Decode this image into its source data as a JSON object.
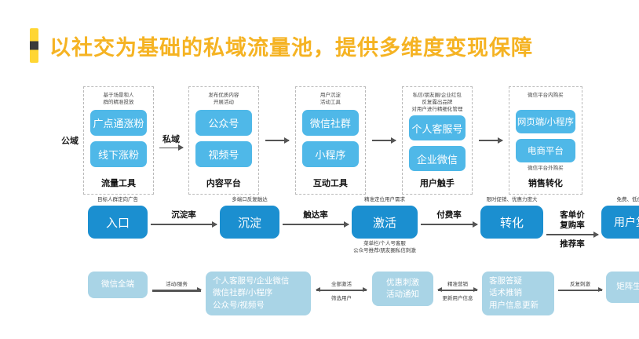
{
  "title": "以社交为基础的私域流量池，提供多维度变现保障",
  "side_labels": {
    "public": "公域",
    "private": "私域"
  },
  "stages": [
    {
      "caption_top": "基于场景和人\n群的精准投放",
      "chips": [
        "广点通涨粉",
        "线下涨粉"
      ],
      "caption_bottom": "",
      "footer": "流量工具"
    },
    {
      "caption_top": "发布优质内容\n开展活动",
      "chips": [
        "公众号",
        "视频号"
      ],
      "caption_bottom": "",
      "footer": "内容平台"
    },
    {
      "caption_top": "用户沉淀\n活动工具",
      "chips": [
        "微信社群",
        "小程序"
      ],
      "caption_bottom": "",
      "footer": "互动工具"
    },
    {
      "caption_top": "私信/朋友圈/企业红包\n反复露出品牌\n对用户进行精细化管理",
      "chips": [
        "个人客服号",
        "企业微信"
      ],
      "caption_bottom": "",
      "footer": "用户触手"
    },
    {
      "caption_top": "微信平台内购买",
      "chips": [
        "网页端/小程序",
        "电商平台"
      ],
      "caption_bottom": "微信平台外购买",
      "footer": "销售转化"
    }
  ],
  "funnel": {
    "nodes": [
      {
        "label": "入口",
        "cap_top": "目标人群定向广告",
        "cap_bottom": ""
      },
      {
        "label": "沉淀",
        "cap_top": "多端口反复触达",
        "cap_bottom": ""
      },
      {
        "label": "激活",
        "cap_top": "精准定位用户需求",
        "cap_bottom": "菜单栏/个人号客服\n公众号推荐/朋友圈私信刺激"
      },
      {
        "label": "转化",
        "cap_top": "限时促销、优惠力度大",
        "cap_bottom": ""
      },
      {
        "label": "用户复购、推荐",
        "cap_top": "免费、低价、精品内容逐层升级",
        "cap_bottom": ""
      }
    ],
    "links": [
      {
        "above": "沉淀率",
        "below": ""
      },
      {
        "above": "触达率",
        "below": ""
      },
      {
        "above": "付费率",
        "below": ""
      },
      {
        "above": "客单价\n复购率",
        "below": "推荐率"
      }
    ]
  },
  "chain": {
    "nodes": [
      {
        "lines": [
          "微信全端"
        ]
      },
      {
        "lines": [
          "个人客服号/企业微信",
          "微信社群/小程序",
          "公众号/视频号"
        ]
      },
      {
        "lines": [
          "优惠刺激",
          "活动通知"
        ]
      },
      {
        "lines": [
          "客服答疑",
          "话术推销",
          "用户信息更新"
        ]
      },
      {
        "lines": [
          "矩阵生态内循环"
        ]
      }
    ],
    "links": [
      {
        "above": "活动/服务",
        "below": "",
        "bidirectional": false
      },
      {
        "above": "全部激活",
        "below": "筛选用户",
        "bidirectional": true
      },
      {
        "above": "精准营销",
        "below": "更新用户信息",
        "bidirectional": true
      },
      {
        "above": "反复刺激",
        "below": "",
        "bidirectional": false
      }
    ]
  },
  "colors": {
    "title": "#F5B323",
    "accent_mark": "#FFD633",
    "chip_blue": "#4FB8E8",
    "funnel_blue": "#1B8FD0",
    "chain_blue": "#A9D4E6",
    "background": "#FFFFFF"
  }
}
